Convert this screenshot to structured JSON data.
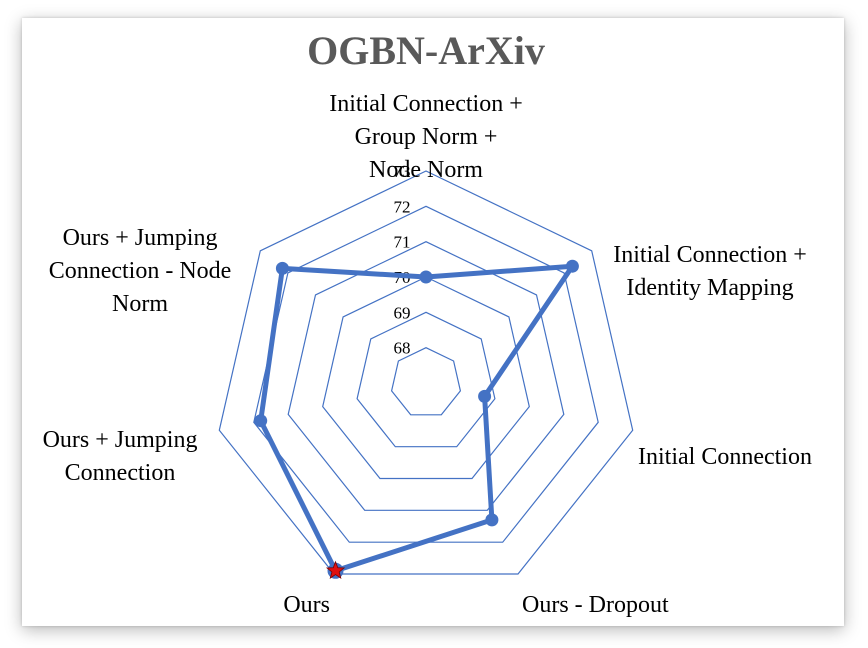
{
  "chart_data": {
    "type": "radar",
    "title": "OGBN-ArXiv",
    "axes": [
      [
        "Initial Connection +",
        "Group Norm +",
        "Node Norm"
      ],
      [
        "Initial Connection +",
        "Identity Mapping"
      ],
      [
        "Initial Connection"
      ],
      [
        "Ours -  Dropout"
      ],
      [
        "Ours"
      ],
      [
        "Ours + Jumping",
        "Connection"
      ],
      [
        "Ours + Jumping",
        "Connection - Node",
        "Norm"
      ]
    ],
    "ticks": [
      "68",
      "69",
      "70",
      "71",
      "72",
      "73"
    ],
    "range": [
      67,
      73
    ],
    "values": [
      70.0,
      72.3,
      68.7,
      71.3,
      72.9,
      71.8,
      72.2
    ],
    "highlight_axis": "Ours",
    "colors": {
      "grid": "#4472C4",
      "series": "#4472C4",
      "highlight": "#E01010",
      "title": "#595959"
    },
    "grid": true,
    "legend": "none"
  }
}
